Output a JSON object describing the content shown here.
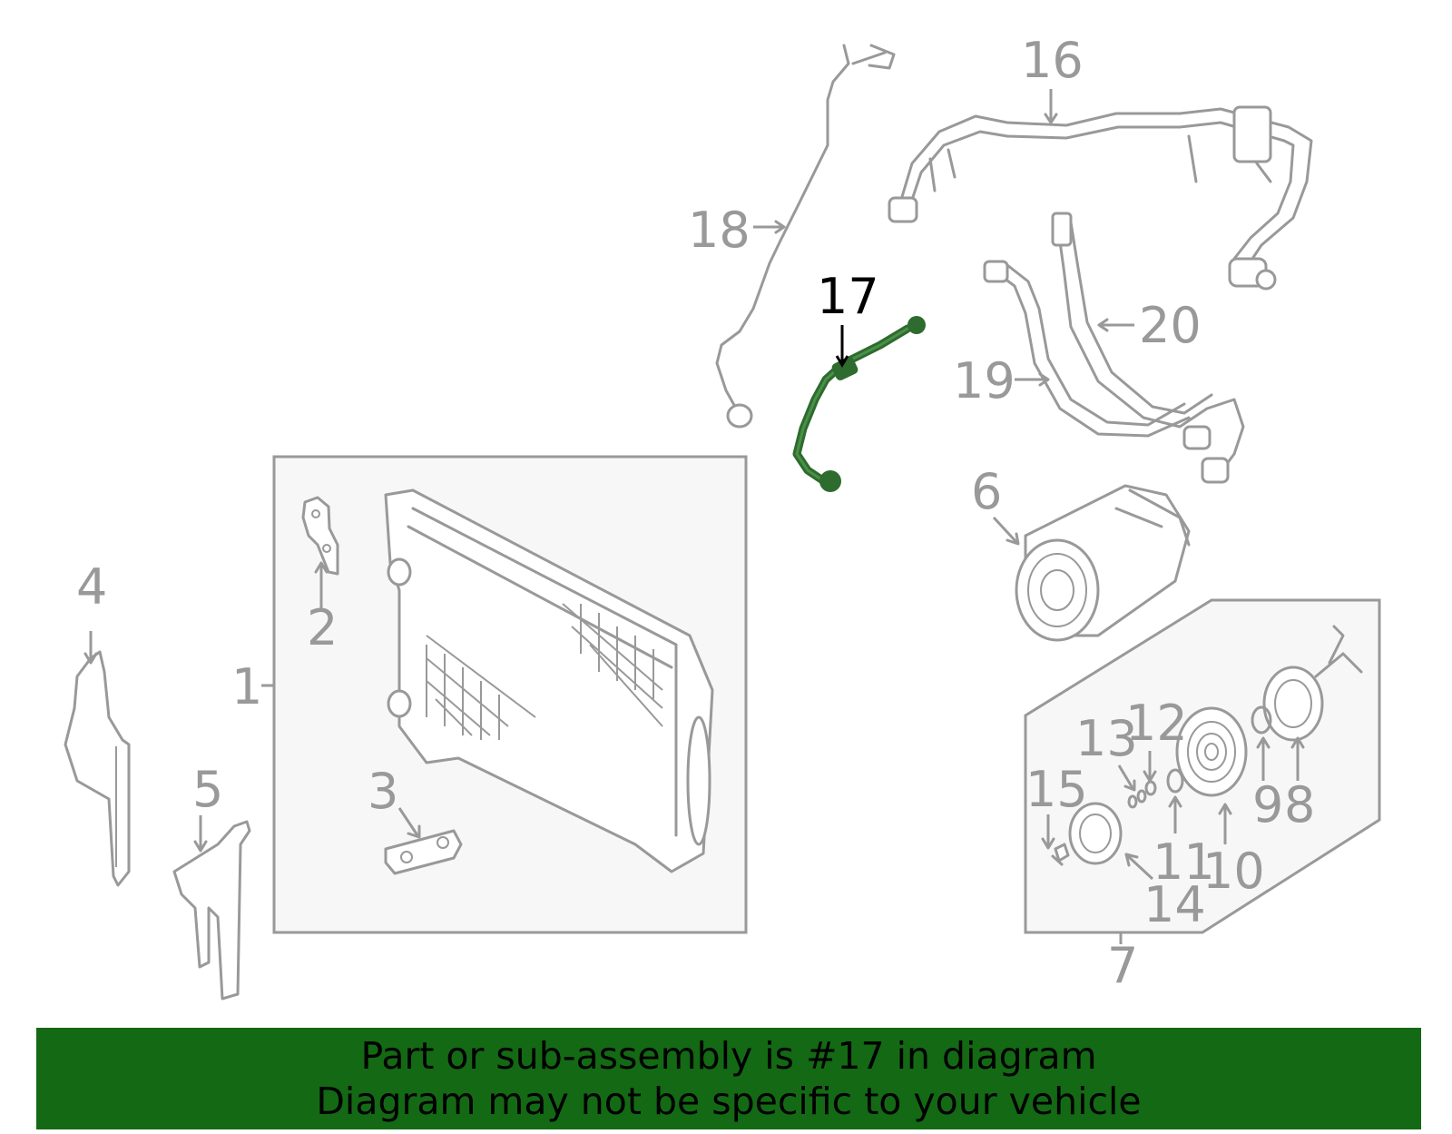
{
  "diagram": {
    "highlighted_part": "17",
    "highlight_color": "#2e6b2e",
    "part_color": "#999999",
    "callouts": [
      "1",
      "2",
      "3",
      "4",
      "5",
      "6",
      "7",
      "8",
      "9",
      "10",
      "11",
      "12",
      "13",
      "14",
      "15",
      "16",
      "17",
      "18",
      "19",
      "20"
    ]
  },
  "banner": {
    "line1": "Part or sub-assembly is #17 in diagram",
    "line2": "Diagram may not be specific to your vehicle",
    "background": "#146914"
  }
}
